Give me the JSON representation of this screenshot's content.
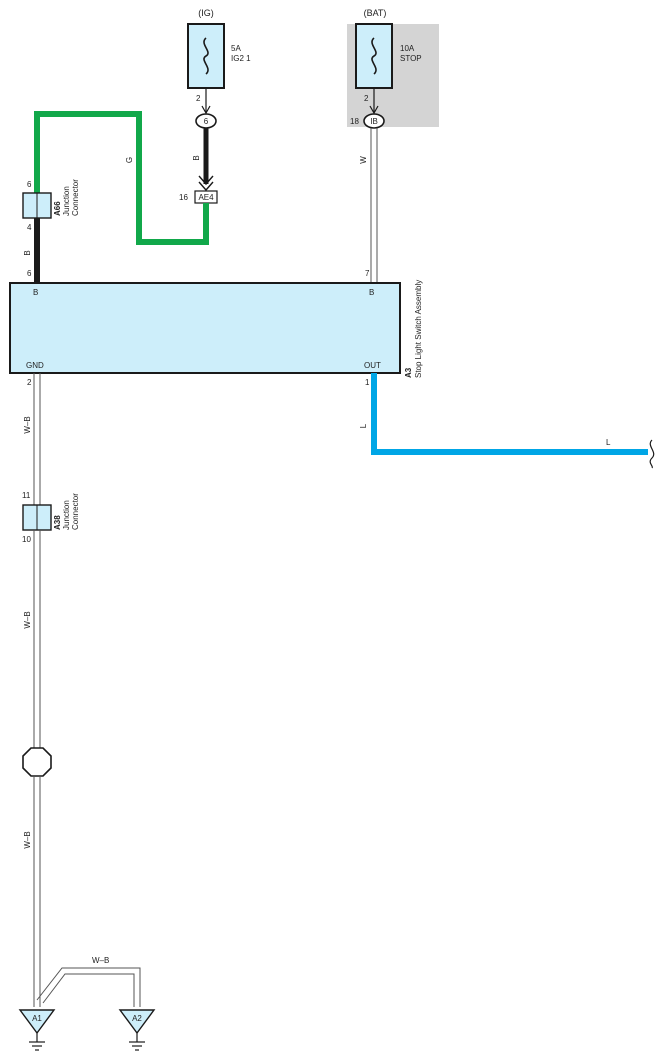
{
  "fuses": [
    {
      "source": "(IG)",
      "rating": "5A",
      "name": "IG2 1",
      "pin": "2"
    },
    {
      "source": "(BAT)",
      "rating": "10A",
      "name": "STOP",
      "pin": "2"
    }
  ],
  "connectors": {
    "c6": "6",
    "ib": "IB",
    "ib_pin": "18",
    "ae4": "AE4",
    "ae4_pin": "16"
  },
  "wires": {
    "g": "G",
    "b_mid": "B",
    "w": "W",
    "b_a66": "B",
    "wb1": "W–B",
    "l_vert": "L",
    "l_horiz": "L",
    "wb2": "W–B",
    "wb3": "W–B",
    "wb4": "W–B"
  },
  "a66": {
    "code": "A66",
    "label1": "Junction",
    "label2": "Connector",
    "pin_top": "6",
    "pin_bottom": "4"
  },
  "a38": {
    "code": "A38",
    "label1": "Junction",
    "label2": "Connector",
    "pin_top": "11",
    "pin_bottom": "10"
  },
  "a3": {
    "code": "A3",
    "name": "Stop Light Switch Assembly",
    "pin_b_left": "6",
    "term_b_left": "B",
    "pin_b_right": "7",
    "term_b_right": "B",
    "pin_gnd": "2",
    "term_gnd": "GND",
    "pin_out": "1",
    "term_out": "OUT"
  },
  "grounds": [
    {
      "label": "A1"
    },
    {
      "label": "A2"
    }
  ],
  "colors": {
    "green": "#11a84a",
    "blue": "#00a6e6",
    "component_fill": "#cdeefa",
    "bat_shade": "#d4d4d4",
    "black": "#1a1a1a"
  }
}
